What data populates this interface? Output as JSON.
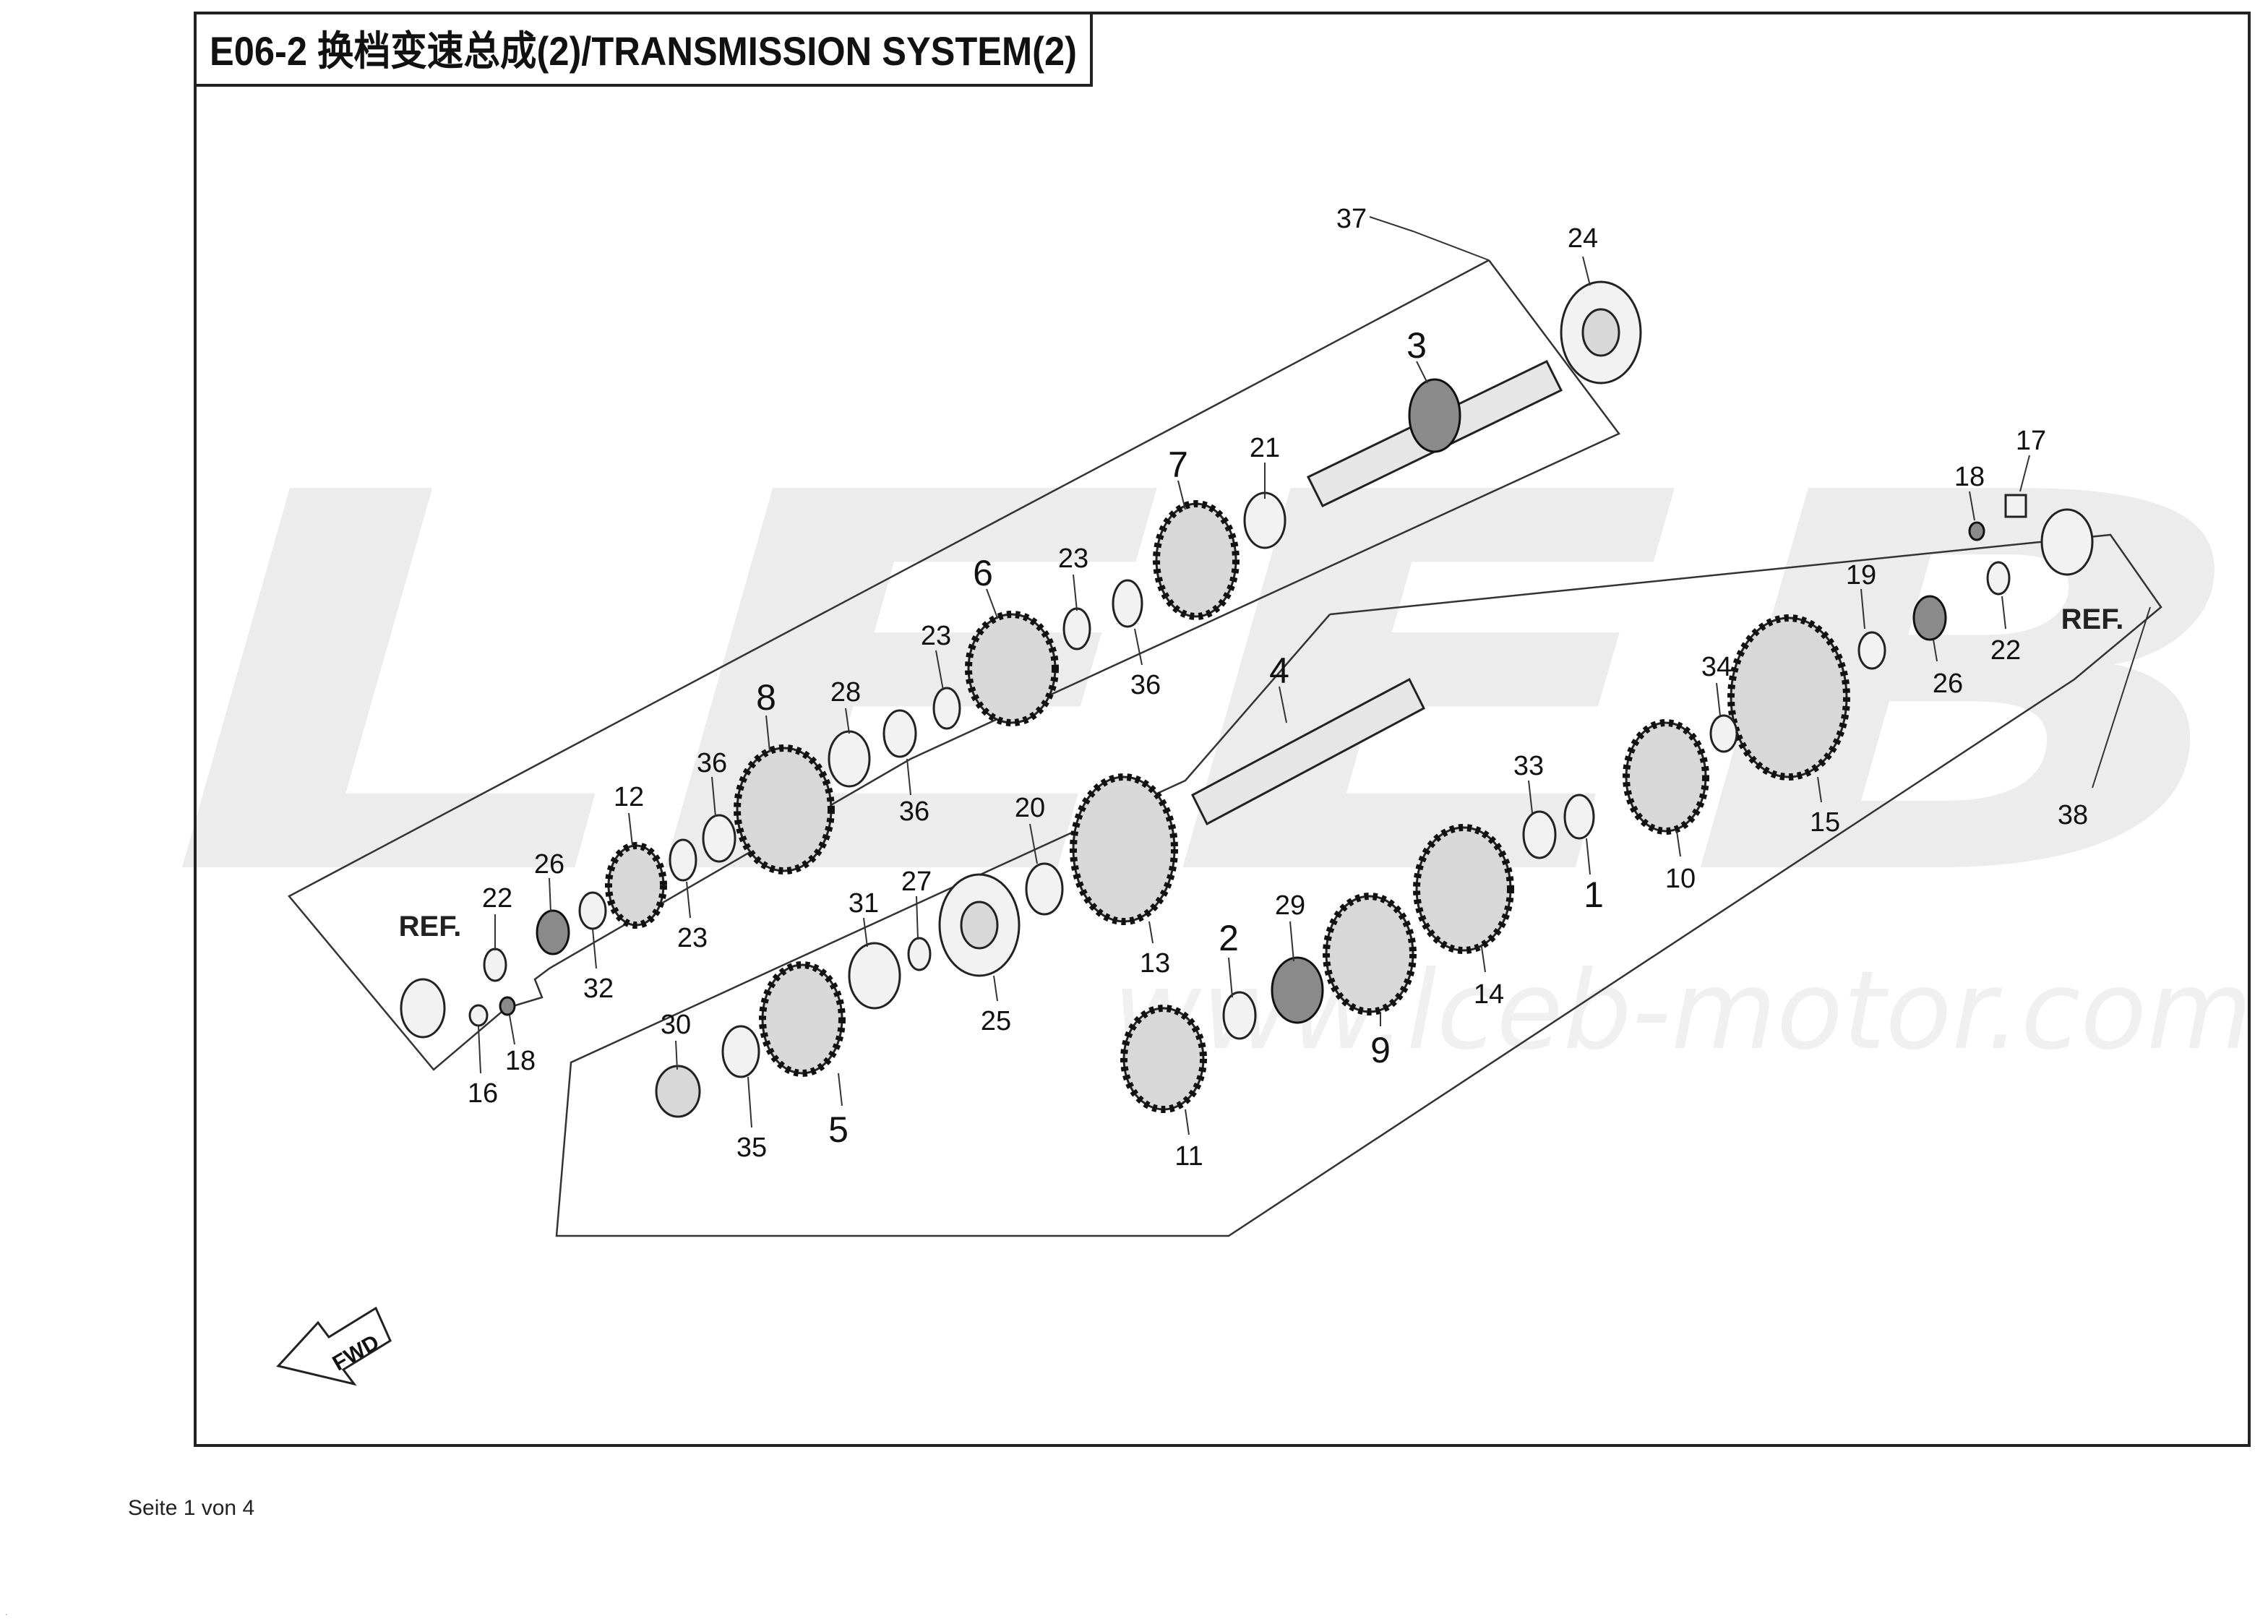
{
  "title": "E06-2  换档变速总成(2)/TRANSMISSION  SYSTEM(2)",
  "watermark": {
    "logo": "LEEB",
    "url": "www.lceb-motor.com"
  },
  "ref_labels": [
    "REF.",
    "REF."
  ],
  "fwd_label": "FWD",
  "footer": "Seite 1 von 4",
  "footer_tick": "'",
  "callouts": [
    {
      "id": "c37",
      "label": "37"
    },
    {
      "id": "c24",
      "label": "24"
    },
    {
      "id": "c3",
      "label": "3"
    },
    {
      "id": "c21",
      "label": "21"
    },
    {
      "id": "c7",
      "label": "7"
    },
    {
      "id": "c23a",
      "label": "23"
    },
    {
      "id": "c6",
      "label": "6"
    },
    {
      "id": "c23b",
      "label": "23"
    },
    {
      "id": "c36a",
      "label": "36"
    },
    {
      "id": "c8",
      "label": "8"
    },
    {
      "id": "c28",
      "label": "28"
    },
    {
      "id": "c36b",
      "label": "36"
    },
    {
      "id": "c36c",
      "label": "36"
    },
    {
      "id": "c12",
      "label": "12"
    },
    {
      "id": "c26a",
      "label": "26"
    },
    {
      "id": "c22a",
      "label": "22"
    },
    {
      "id": "c23c",
      "label": "23"
    },
    {
      "id": "c32",
      "label": "32"
    },
    {
      "id": "c16",
      "label": "16"
    },
    {
      "id": "c18a",
      "label": "18"
    },
    {
      "id": "c4",
      "label": "4"
    },
    {
      "id": "c20",
      "label": "20"
    },
    {
      "id": "c31",
      "label": "31"
    },
    {
      "id": "c27",
      "label": "27"
    },
    {
      "id": "c25",
      "label": "25"
    },
    {
      "id": "c13",
      "label": "13"
    },
    {
      "id": "c30",
      "label": "30"
    },
    {
      "id": "c35",
      "label": "35"
    },
    {
      "id": "c5",
      "label": "5"
    },
    {
      "id": "c2",
      "label": "2"
    },
    {
      "id": "c29",
      "label": "29"
    },
    {
      "id": "c9",
      "label": "9"
    },
    {
      "id": "c11",
      "label": "11"
    },
    {
      "id": "c14",
      "label": "14"
    },
    {
      "id": "c33",
      "label": "33"
    },
    {
      "id": "c1",
      "label": "1"
    },
    {
      "id": "c10",
      "label": "10"
    },
    {
      "id": "c34",
      "label": "34"
    },
    {
      "id": "c15",
      "label": "15"
    },
    {
      "id": "c19",
      "label": "19"
    },
    {
      "id": "c26b",
      "label": "26"
    },
    {
      "id": "c22b",
      "label": "22"
    },
    {
      "id": "c18b",
      "label": "18"
    },
    {
      "id": "c17",
      "label": "17"
    },
    {
      "id": "c38",
      "label": "38"
    }
  ]
}
